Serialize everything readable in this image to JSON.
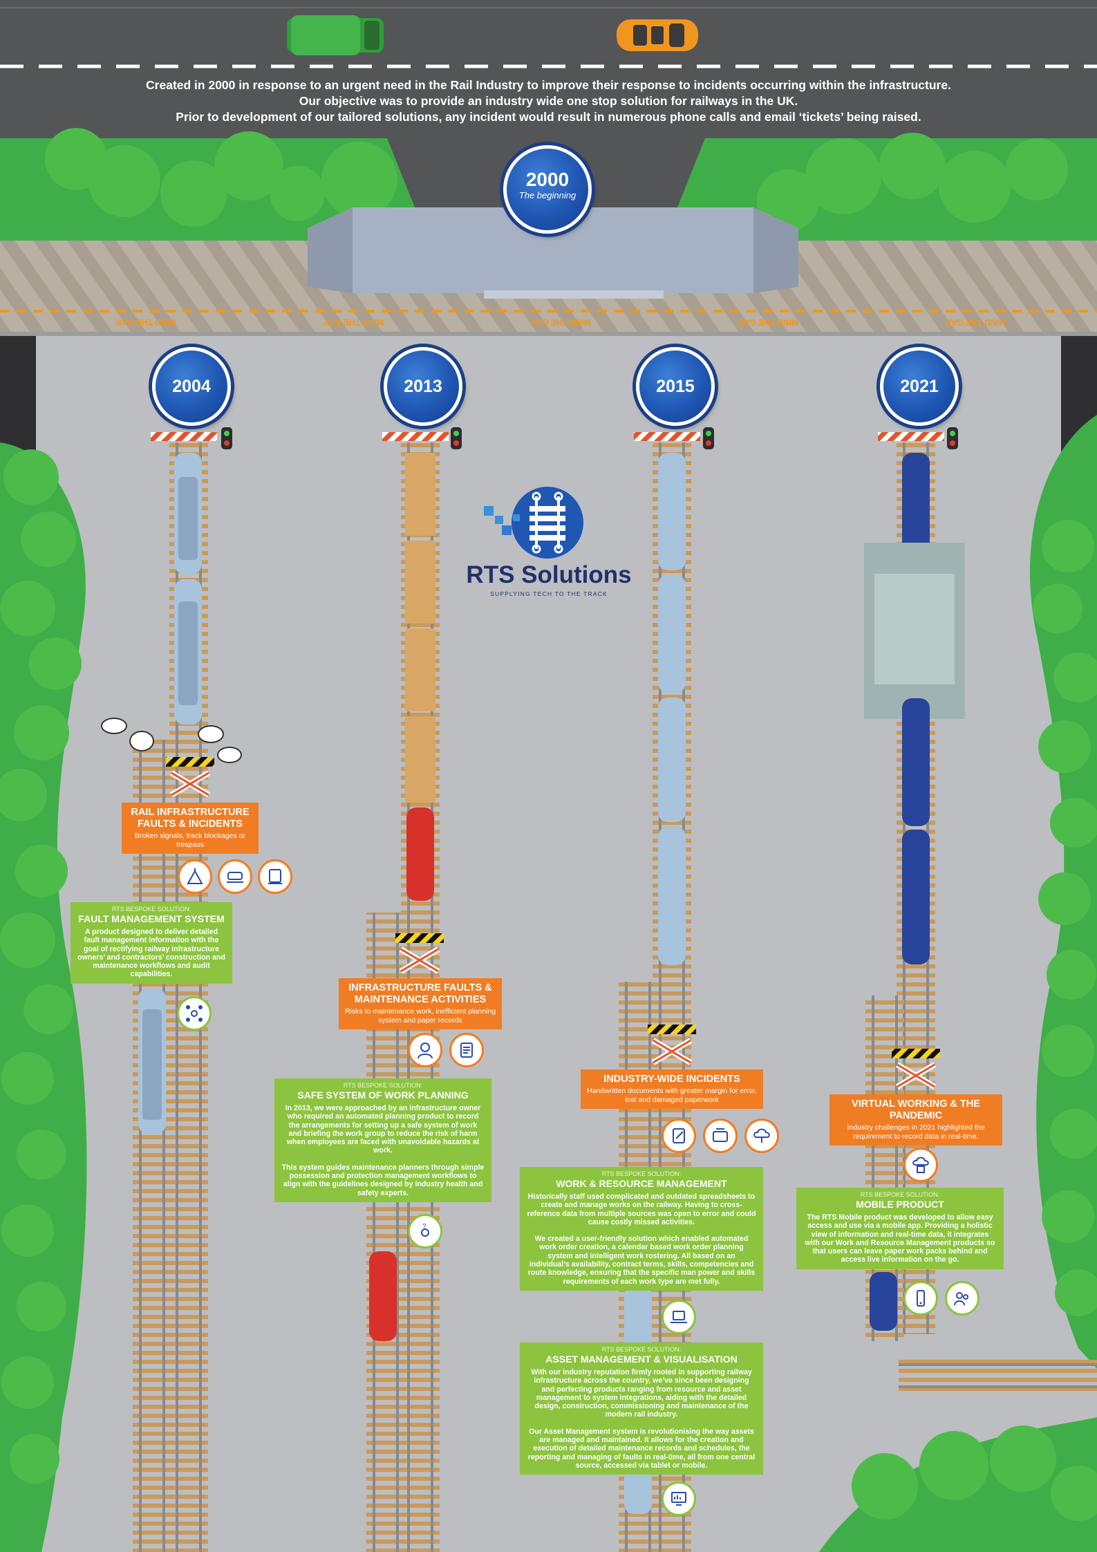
{
  "intro": {
    "lines": [
      "Created in 2000 in response to an urgent need in the Rail Industry to improve their response to incidents occurring within the infrastructure.",
      "Our objective was to provide an industry wide one stop solution for railways in the UK.",
      "Prior to development of our tailored solutions, any incident would result in numerous phone calls and email ‘tickets’ being raised."
    ]
  },
  "platform": {
    "mind_gap_text": "MIND THE GAP"
  },
  "milestone_2000": {
    "year": "2000",
    "subtitle": "The beginning"
  },
  "logo": {
    "name": "RTS Solutions",
    "tagline": "SUPPLYING TECH TO THE TRACK"
  },
  "colors": {
    "road": "#545557",
    "grass": "#3fae49",
    "ballast": "#bdbec1",
    "accent_orange": "#f07d23",
    "accent_green": "#8cc43f",
    "brand_blue": "#1f57b3",
    "brand_navy": "#22306a"
  },
  "milestones": [
    {
      "year": "2004",
      "problem_title": "RAIL INFRASTRUCTURE FAULTS & INCIDENTS",
      "problem_desc": "Broken signals, track blockages or trespass",
      "solution_kicker": "RTS BESPOKE SOLUTION:",
      "solution_title": "FAULT MANAGEMENT SYSTEM",
      "solution_paragraphs": [
        "A product designed to deliver detailed fault management information with the goal of rectifying railway infrastructure owners’ and contractors’ construction and maintenance workflows and audit capabilities."
      ],
      "problem_icons": [
        "railway-signal-icon",
        "track-blockage-icon",
        "trespass-icon"
      ],
      "solution_icons": [
        "network-nodes-icon"
      ]
    },
    {
      "year": "2013",
      "problem_title": "INFRASTRUCTURE FAULTS & MAINTENANCE ACTIVITIES",
      "problem_desc": "Risks to maintenance work, inefficient planning system and paper records",
      "solution_kicker": "RTS BESPOKE SOLUTION:",
      "solution_title": "SAFE SYSTEM OF WORK PLANNING",
      "solution_paragraphs": [
        "In 2013, we were approached by an infrastructure owner who required an automated planning product to record the arrangements for setting up a safe system of work and briefing the work group to reduce the risk of harm when employees are faced with unavoidable hazards at work.",
        "This system guides maintenance planners through simple possession and protection management workflows to align with the guidelines designed by industry health and safety experts."
      ],
      "problem_icons": [
        "worker-icon",
        "paper-records-icon"
      ],
      "solution_icons": [
        "question-person-icon"
      ]
    },
    {
      "year": "2015",
      "problem_title": "INDUSTRY-WIDE INCIDENTS",
      "problem_desc": "Handwritten documents with greater margin for error, lost and damaged paperwork",
      "solution_kicker": "RTS BESPOKE SOLUTION:",
      "solution_title": "WORK & RESOURCE MANAGEMENT",
      "solution_paragraphs": [
        "Historically staff used complicated and outdated spreadsheets to create and manage works on the railway. Having to cross-reference data from multiple sources was open to error and could cause costly missed activities.",
        "We created a user-friendly solution which enabled automated work order creation, a calendar based work order planning system and intelligent work rostering. All based on an individual’s availability, contract terms, skills, competencies and route knowledge, ensuring that the specific man power and skills requirements of each work type are met fully."
      ],
      "solution2_kicker": "RTS BESPOKE SOLUTION:",
      "solution2_title": "ASSET MANAGEMENT & VISUALISATION",
      "solution2_paragraphs": [
        "With our industry reputation firmly rooted in supporting railway infrastructure across the country, we’ve since been designing and perfecting products ranging from resource and asset management to system integrations, aiding with the detailed design, construction, commissioning and maintenance of the modern rail industry.",
        "Our Asset Management system is revolutionising the way assets are managed and maintained. It allows for the creation and execution of detailed maintenance records and schedules, the reporting and managing of faults in real-time, all from one central source, accessed via tablet or mobile."
      ],
      "problem_icons": [
        "handwritten-document-icon",
        "lost-paperwork-icon",
        "damaged-paperwork-icon"
      ],
      "solution_icons": [
        "laptop-icon"
      ],
      "solution2_icons": [
        "dashboard-icon"
      ]
    },
    {
      "year": "2021",
      "problem_title": "VIRTUAL WORKING & THE PANDEMIC",
      "problem_desc": "Industry challenges in 2021 highlighted the requirement to record data in real-time.",
      "solution_kicker": "RTS BESPOKE SOLUTION:",
      "solution_title": "MOBILE PRODUCT",
      "solution_paragraphs": [
        "The RTS Mobile product was developed to allow easy access and use via a mobile app. Providing a holistic view of information and real-time data, it integrates with our Work and Resource Management products so that users can leave paper work packs behind and access live information on the go."
      ],
      "problem_icons": [
        "cloud-paper-icon"
      ],
      "solution_icons": [
        "mobile-phone-icon",
        "team-users-icon"
      ]
    }
  ]
}
